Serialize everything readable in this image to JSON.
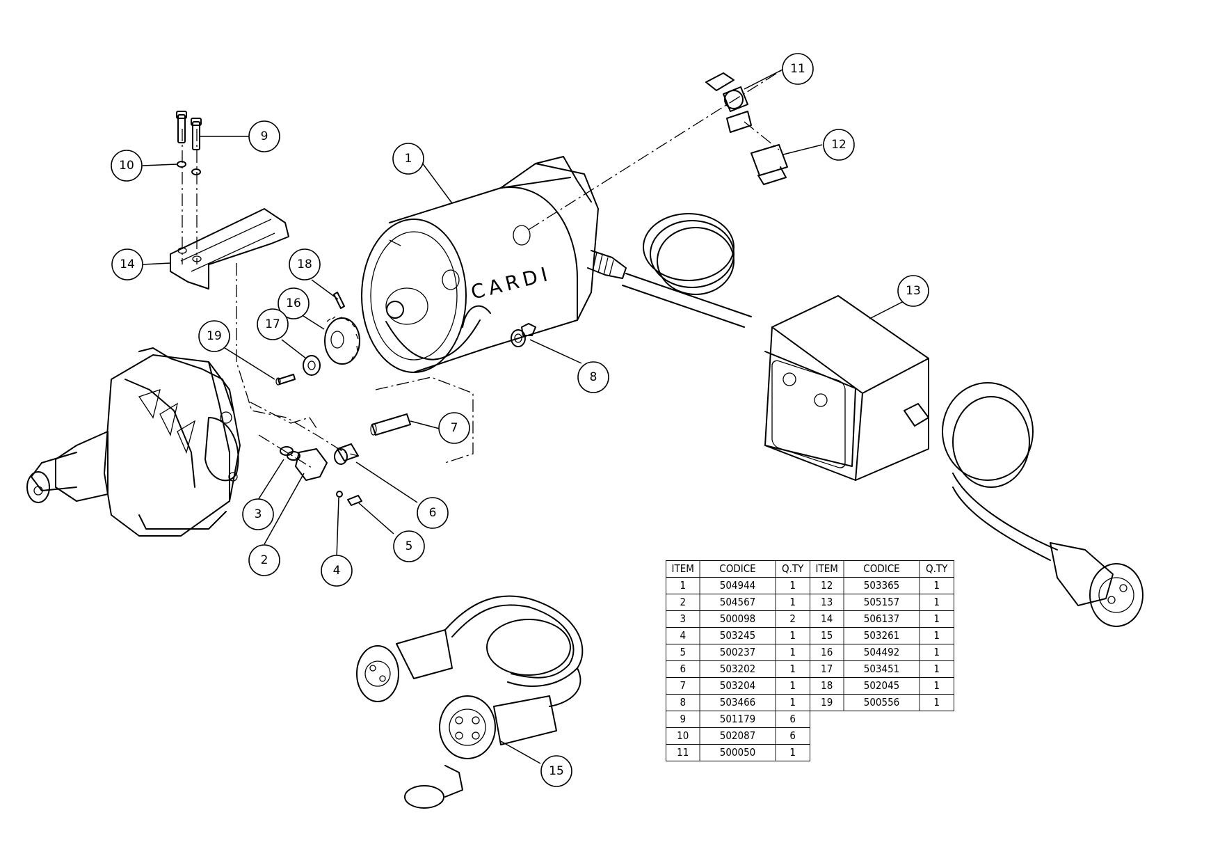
{
  "brand_text": "CARDI",
  "callouts": [
    "1",
    "2",
    "3",
    "4",
    "5",
    "6",
    "7",
    "8",
    "9",
    "10",
    "11",
    "12",
    "13",
    "14",
    "15",
    "16",
    "17",
    "18",
    "19"
  ],
  "parts_table": {
    "headers": [
      "ITEM",
      "CODICE",
      "Q.TY",
      "ITEM",
      "CODICE",
      "Q.TY"
    ],
    "left": [
      {
        "item": "1",
        "code": "504944",
        "qty": "1"
      },
      {
        "item": "2",
        "code": "504567",
        "qty": "1"
      },
      {
        "item": "3",
        "code": "500098",
        "qty": "2"
      },
      {
        "item": "4",
        "code": "503245",
        "qty": "1"
      },
      {
        "item": "5",
        "code": "500237",
        "qty": "1"
      },
      {
        "item": "6",
        "code": "503202",
        "qty": "1"
      },
      {
        "item": "7",
        "code": "503204",
        "qty": "1"
      },
      {
        "item": "8",
        "code": "503466",
        "qty": "1"
      },
      {
        "item": "9",
        "code": "501179",
        "qty": "6"
      },
      {
        "item": "10",
        "code": "502087",
        "qty": "6"
      },
      {
        "item": "11",
        "code": "500050",
        "qty": "1"
      }
    ],
    "right": [
      {
        "item": "12",
        "code": "503365",
        "qty": "1"
      },
      {
        "item": "13",
        "code": "505157",
        "qty": "1"
      },
      {
        "item": "14",
        "code": "506137",
        "qty": "1"
      },
      {
        "item": "15",
        "code": "503261",
        "qty": "1"
      },
      {
        "item": "16",
        "code": "504492",
        "qty": "1"
      },
      {
        "item": "17",
        "code": "503451",
        "qty": "1"
      },
      {
        "item": "18",
        "code": "502045",
        "qty": "1"
      },
      {
        "item": "19",
        "code": "500556",
        "qty": "1"
      }
    ]
  }
}
